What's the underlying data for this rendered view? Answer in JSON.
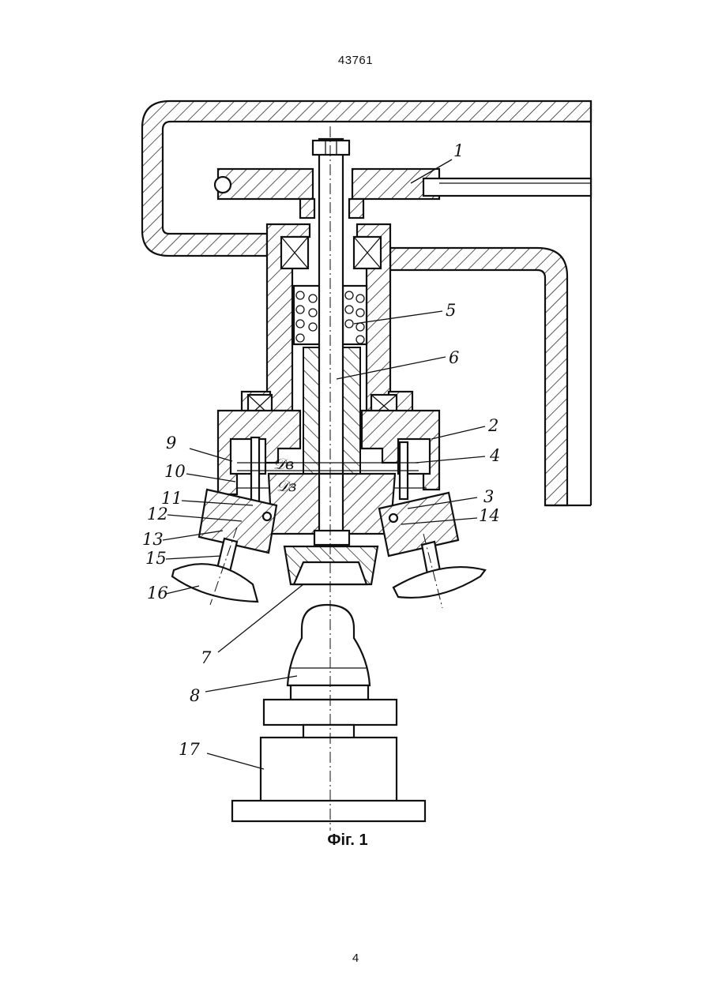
{
  "header": {
    "patent_number": "43761"
  },
  "figure": {
    "caption": "Фіг. 1",
    "callouts": [
      "1",
      "2",
      "3",
      "4",
      "5",
      "6",
      "7",
      "8",
      "9",
      "10",
      "11",
      "12",
      "13",
      "14",
      "15",
      "16",
      "17"
    ],
    "dimension_labels": {
      "d_outer": "𝒟в",
      "d_inner": "𝒟з"
    }
  },
  "footer": {
    "page_number": "4"
  }
}
